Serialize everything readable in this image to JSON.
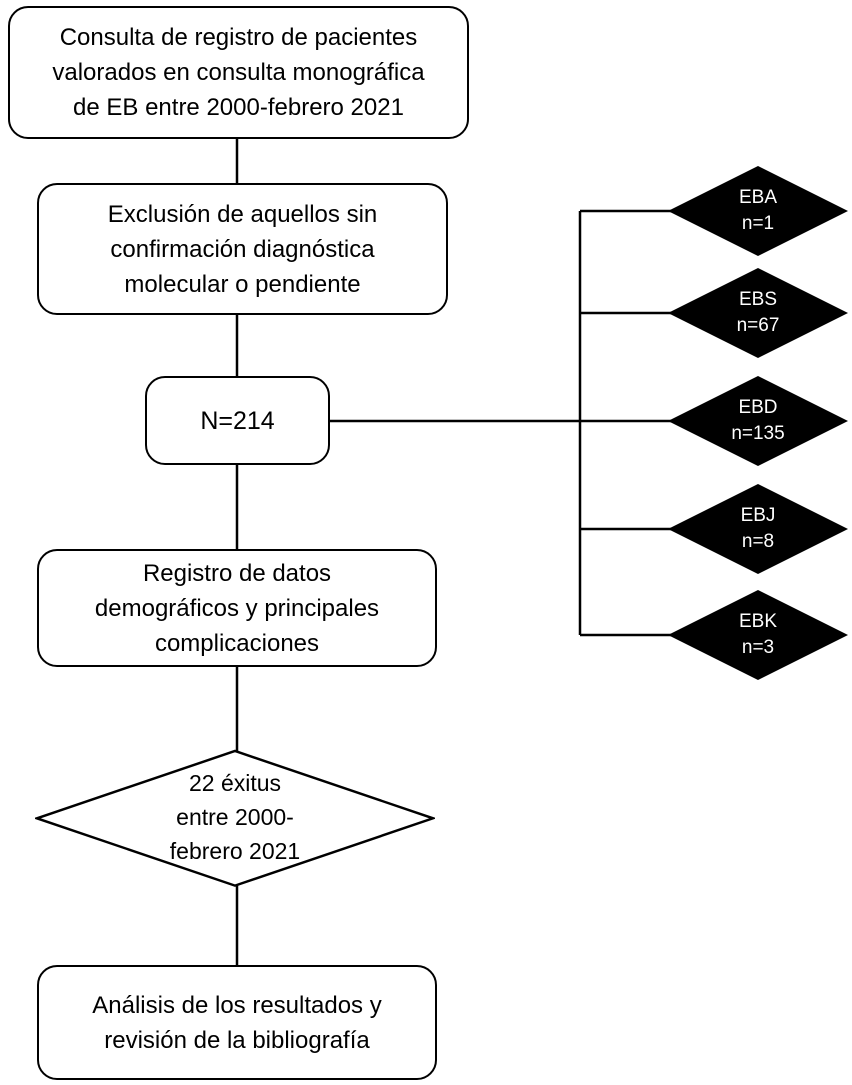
{
  "diagram": {
    "nodes": {
      "consulta": "Consulta de registro de pacientes\nvalorados en consulta monográfica\nde EB entre 2000-febrero 2021",
      "exclusion": "Exclusión de aquellos sin\nconfirmación diagnóstica\nmolecular o pendiente",
      "n_total": "N=214",
      "registro": "Registro de datos\ndemográficos y principales\ncomplicaciones",
      "exitus": "22 éxitus\nentre 2000-\nfebrero 2021",
      "analisis": "Análisis de los resultados y\nrevisión de la bibliografía"
    },
    "subtypes": [
      {
        "label": "EBA",
        "count": "n=1"
      },
      {
        "label": "EBS",
        "count": "n=67"
      },
      {
        "label": "EBD",
        "count": "n=135"
      },
      {
        "label": "EBJ",
        "count": "n=8"
      },
      {
        "label": "EBK",
        "count": "n=3"
      }
    ],
    "colors": {
      "background": "#ffffff",
      "line": "#000000",
      "node_fill": "#ffffff",
      "node_border": "#000000",
      "node_text": "#000000",
      "subtype_fill": "#000000",
      "subtype_text": "#ffffff"
    }
  }
}
